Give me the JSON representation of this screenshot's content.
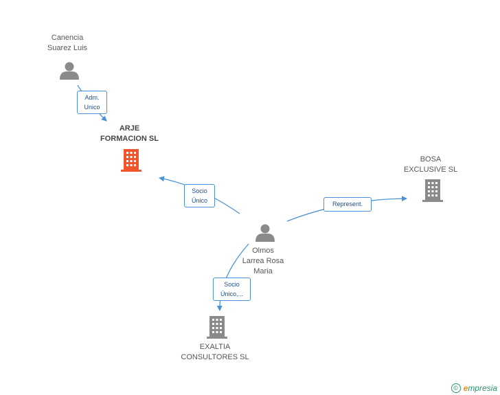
{
  "nodes": {
    "canencia": {
      "lines": [
        "Canencia",
        "Suarez Luis"
      ],
      "kind": "person"
    },
    "arje": {
      "lines": [
        "ARJE",
        "FORMACION SL"
      ],
      "kind": "company",
      "focus": true
    },
    "bosa": {
      "lines": [
        "BOSA",
        "EXCLUSIVE SL"
      ],
      "kind": "company"
    },
    "olmos": {
      "lines": [
        "Olmos",
        "Larrea Rosa",
        "Maria"
      ],
      "kind": "person"
    },
    "exaltia": {
      "lines": [
        "EXALTIA",
        "CONSULTORES SL"
      ],
      "kind": "company"
    }
  },
  "edges": {
    "adm": [
      "Adm.",
      "Unico"
    ],
    "socio_arje": [
      "Socio",
      "Único"
    ],
    "represent": [
      "Represent."
    ],
    "socio_exaltia": [
      "Socio",
      "Único,..."
    ]
  },
  "footer": {
    "copyright": "©",
    "brand_e": "e",
    "brand_rest": "mpresia"
  },
  "colors": {
    "focus_building": "#f0552b",
    "building": "#8a8a8a",
    "person": "#8a8a8a",
    "edge": "#4a90d9"
  }
}
